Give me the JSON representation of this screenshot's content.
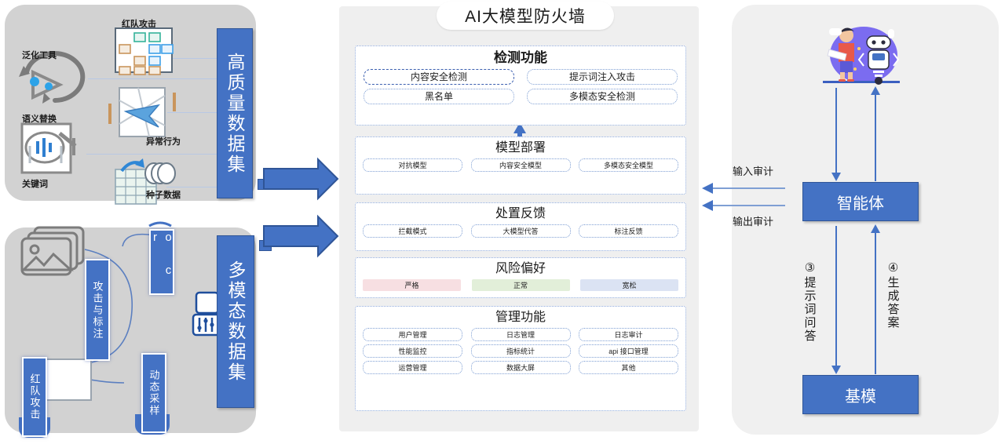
{
  "title": "AI大模型防火墙",
  "left_top": {
    "bar_label": "高质量数据集",
    "items": [
      {
        "label": "红队攻击",
        "icon": "grid-matrix-icon"
      },
      {
        "label": "泛化工具",
        "icon": "refresh-cycle-icon"
      },
      {
        "label": "语义替换",
        "icon": "waveform-search-icon"
      },
      {
        "label": "异常行为",
        "icon": "radar-chart-icon"
      },
      {
        "label": "关键词",
        "icon": "keyword-icon"
      },
      {
        "label": "种子数据",
        "icon": "seed-database-icon"
      }
    ]
  },
  "left_bottom": {
    "bar_label": "多模态数据集",
    "tags": [
      {
        "label": "o c r",
        "name": "ocr-tag"
      },
      {
        "label": "攻击与标注",
        "name": "attack-annotation-tag"
      },
      {
        "label": "动态采样",
        "name": "dynamic-sampling-tag"
      },
      {
        "label": "红队攻击",
        "name": "red-team-attack-tag"
      }
    ],
    "icons": [
      "image-stack-icon",
      "document-icon",
      "sliders-panel-icon"
    ]
  },
  "middle": {
    "sections": [
      {
        "name": "detection",
        "title": "检测功能",
        "rows": [
          [
            {
              "label": "内容安全检测",
              "style": "dashed"
            },
            {
              "label": "提示词注入攻击",
              "style": "dotted"
            }
          ],
          [
            {
              "label": "黑名单",
              "style": "dotted"
            },
            {
              "label": "多模态安全检测",
              "style": "dotted"
            }
          ]
        ]
      },
      {
        "name": "model-deployment",
        "title": "模型部署",
        "rows": [
          [
            {
              "label": "对抗模型"
            },
            {
              "label": "内容安全模型"
            },
            {
              "label": "多模态安全模型"
            }
          ]
        ]
      },
      {
        "name": "disposal-feedback",
        "title": "处置反馈",
        "rows": [
          [
            {
              "label": "拦截模式"
            },
            {
              "label": "大模型代答"
            },
            {
              "label": "标注反馈"
            }
          ]
        ]
      },
      {
        "name": "risk-preference",
        "title": "风险偏好",
        "swatches": [
          {
            "label": "严格",
            "color": "#f7dfe2"
          },
          {
            "label": "正常",
            "color": "#e2efd9"
          },
          {
            "label": "宽松",
            "color": "#dbe3f3"
          }
        ]
      },
      {
        "name": "management",
        "title": "管理功能",
        "rows": [
          [
            {
              "label": "用户管理"
            },
            {
              "label": "日志管理"
            },
            {
              "label": "日志审计"
            }
          ],
          [
            {
              "label": "性能监控"
            },
            {
              "label": "指标统计"
            },
            {
              "label": "api 接口管理"
            }
          ],
          [
            {
              "label": "运营管理"
            },
            {
              "label": "数据大屏"
            },
            {
              "label": "其他"
            }
          ]
        ]
      }
    ]
  },
  "right": {
    "illustration": "person-with-robot-illustration",
    "agent_label": "智能体",
    "base_model_label": "基模",
    "audit_in": "输入审计",
    "audit_out": "输出审计",
    "flow_prompt": "③提示词问答",
    "flow_answer": "④生成答案"
  },
  "colors": {
    "brand_blue": "#4472c4",
    "brand_blue_dark": "#2f5597",
    "panel_gray": "#d2d2d2",
    "panel_light": "#f0f0f0",
    "section_border": "#8faadc",
    "risk_strict": "#f7dfe2",
    "risk_normal": "#e2efd9",
    "risk_loose": "#dbe3f3"
  }
}
